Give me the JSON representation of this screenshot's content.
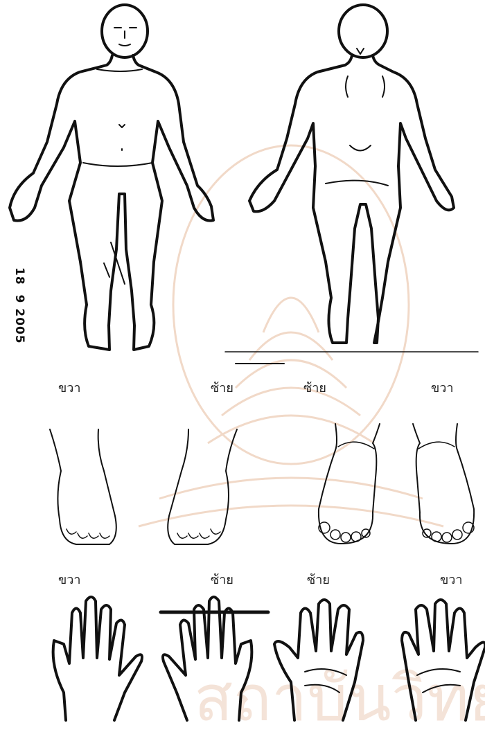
{
  "stamp": {
    "date": "18  9 2005"
  },
  "labels": {
    "row1": {
      "right_front": "ขวา",
      "left_front": "ซ้าย",
      "left_back": "ซ้าย",
      "right_back": "ขวา"
    },
    "row2": {
      "right_front": "ขวา",
      "left_front": "ซ้าย",
      "left_back": "ซ้าย",
      "right_back": "ขวา"
    }
  },
  "icons": [
    "body-front-icon",
    "body-back-icon",
    "foot-dorsal-right-icon",
    "foot-dorsal-left-icon",
    "foot-sole-left-icon",
    "foot-sole-right-icon",
    "hand-back-right-icon",
    "hand-back-left-icon",
    "hand-palm-left-icon",
    "hand-palm-right-icon"
  ]
}
